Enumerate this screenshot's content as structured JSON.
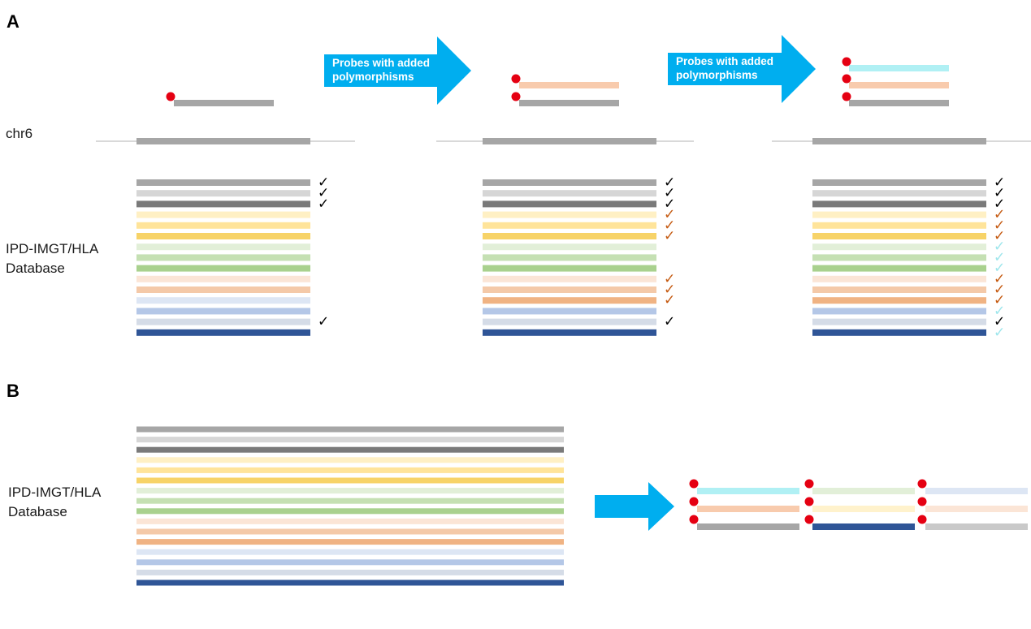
{
  "labels": {
    "panel_a": "A",
    "panel_b": "B",
    "chr6": "chr6",
    "database_a_line1": "IPD-IMGT/HLA",
    "database_a_line2": "Database",
    "database_b_line1": "IPD-IMGT/HLA",
    "database_b_line2": "Database",
    "arrow1_line1": "Probes with added",
    "arrow1_line2": "polymorphisms",
    "arrow2_line1": "Probes with added",
    "arrow2_line2": "polymorphisms"
  },
  "glyphs": {
    "check": "✓"
  },
  "colors": {
    "arrow": "#00aeef",
    "probe_dot": "#e50012",
    "chromosome": "#a6a6a6",
    "chromosome_line": "#d9d9d9",
    "check_black": "#000000",
    "check_orange": "#c55a11",
    "check_cyan": "#9ee6ec"
  },
  "alleles": [
    "#a6a6a6",
    "#d6d6d6",
    "#7a7a7a",
    "#fff0c4",
    "#ffe49a",
    "#f7d368",
    "#e2efd8",
    "#c5e0b3",
    "#a9d18e",
    "#fbe5d6",
    "#f4c9a8",
    "#f0b383",
    "#dde6f4",
    "#b4c7e7",
    "#d5dce7",
    "#2f5597"
  ],
  "panel_a_alleles": {
    "stage1": [
      0,
      1,
      2,
      3,
      4,
      5,
      6,
      7,
      8,
      9,
      10,
      12,
      13,
      14,
      15
    ],
    "stage2": [
      0,
      1,
      2,
      3,
      4,
      5,
      6,
      7,
      8,
      9,
      10,
      11,
      13,
      14,
      15
    ],
    "stage3": [
      0,
      1,
      2,
      3,
      4,
      5,
      6,
      7,
      8,
      9,
      10,
      11,
      13,
      14,
      15
    ]
  },
  "probe_colors": {
    "grey": "#a6a6a6",
    "peach": "#f8cbad",
    "cyan": "#b0f0f4"
  },
  "checks": {
    "stage1": [
      "black",
      "black",
      "black",
      "",
      "",
      "",
      "",
      "",
      "",
      "",
      "",
      "",
      "",
      "black",
      ""
    ],
    "stage2": [
      "black",
      "black",
      "black",
      "orange",
      "orange",
      "orange",
      "",
      "",
      "",
      "orange",
      "orange",
      "orange",
      "",
      "black",
      ""
    ],
    "stage3": [
      "black",
      "black",
      "black",
      "orange",
      "orange",
      "orange",
      "cyan",
      "cyan",
      "cyan",
      "orange",
      "orange",
      "orange",
      "cyan",
      "black",
      "cyan"
    ]
  },
  "panel_b_probes": [
    [
      "#b0f0f4",
      "#f8cbad",
      "#a6a6a6"
    ],
    [
      "#e2efd8",
      "#fff2cc",
      "#2f5597"
    ],
    [
      "#dde6f4",
      "#fbe5d6",
      "#c9c9c9"
    ]
  ]
}
